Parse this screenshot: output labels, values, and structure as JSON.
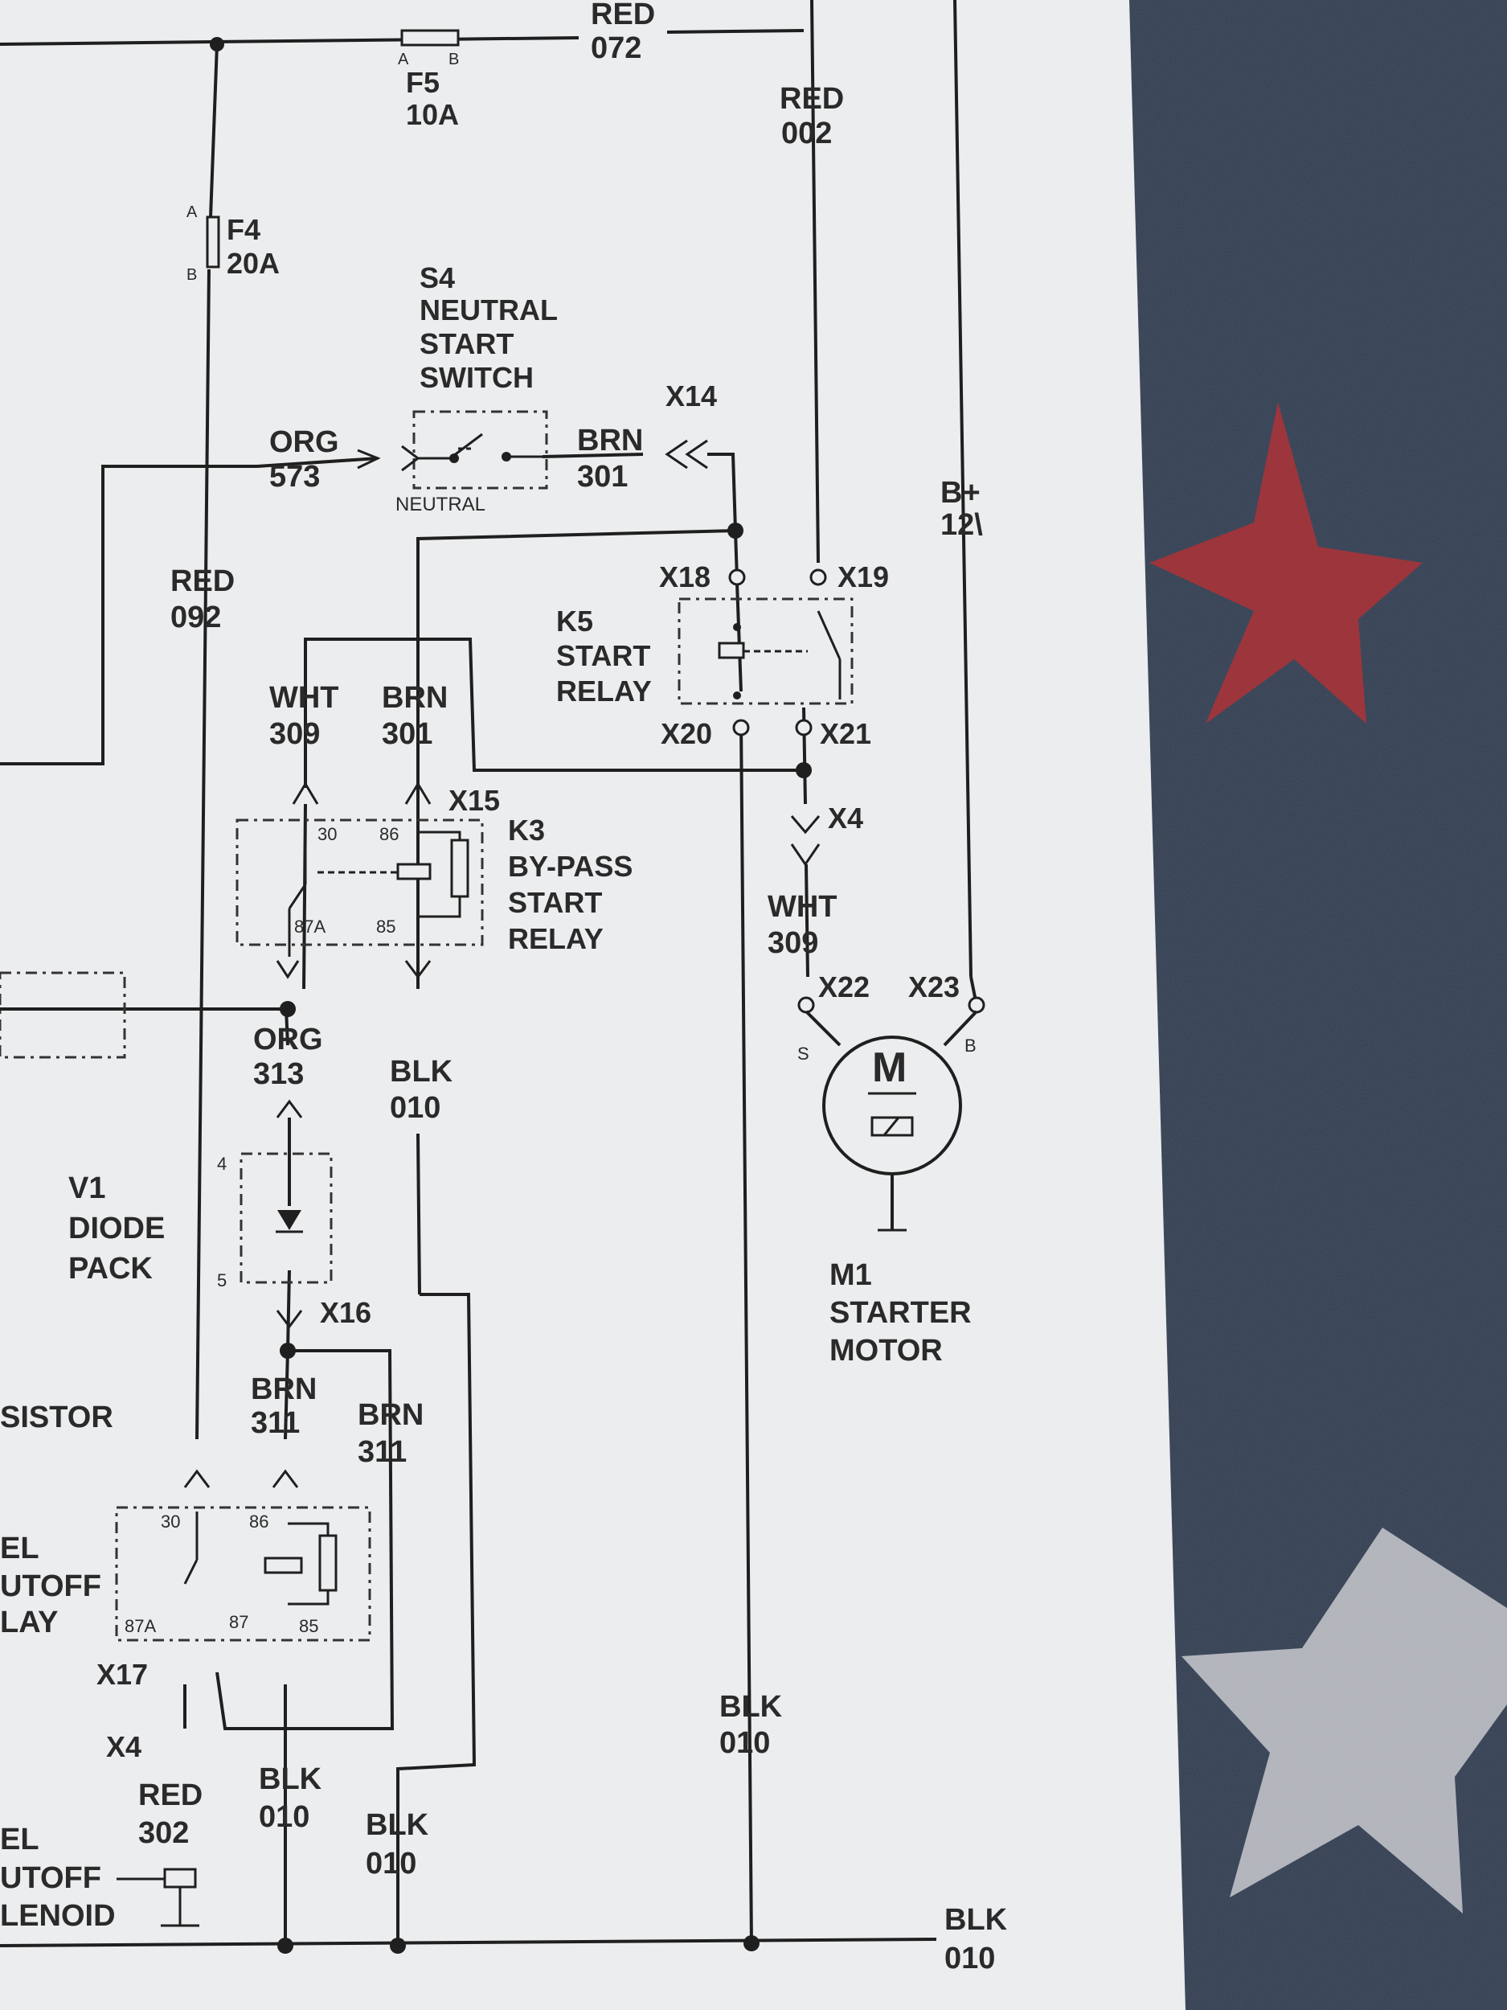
{
  "fuses": {
    "f5": {
      "id": "F5",
      "rating": "10A",
      "pin_a": "A",
      "pin_b": "B"
    },
    "f4": {
      "id": "F4",
      "rating": "20A",
      "pin_a": "A",
      "pin_b": "B"
    }
  },
  "wires": {
    "red_072": [
      "RED",
      "072"
    ],
    "red_002": [
      "RED",
      "002"
    ],
    "red_092": [
      "RED",
      "092"
    ],
    "org_573": [
      "ORG",
      "573"
    ],
    "brn_301_top": [
      "BRN",
      "301"
    ],
    "wht_309_left": [
      "WHT",
      "309"
    ],
    "brn_301_left": [
      "BRN",
      "301"
    ],
    "org_313": [
      "ORG",
      "313"
    ],
    "blk_010_k3": [
      "BLK",
      "010"
    ],
    "wht_309_right": [
      "WHT",
      "309"
    ],
    "brn_311_left": [
      "BRN",
      "311"
    ],
    "brn_311_right": [
      "BRN",
      "311"
    ],
    "red_302": [
      "RED",
      "302"
    ],
    "blk_010_a": [
      "BLK",
      "010"
    ],
    "blk_010_b": [
      "BLK",
      "010"
    ],
    "blk_010_c": [
      "BLK",
      "010"
    ],
    "blk_010_d": [
      "BLK",
      "010"
    ],
    "b_plus": [
      "B+",
      "12\\"
    ]
  },
  "components": {
    "s4": [
      "S4",
      "NEUTRAL",
      "START",
      "SWITCH"
    ],
    "s4_sub": "NEUTRAL",
    "k5": [
      "K5",
      "START",
      "RELAY"
    ],
    "k3": [
      "K3",
      "BY-PASS",
      "START",
      "RELAY"
    ],
    "v1": [
      "V1",
      "DIODE",
      "PACK"
    ],
    "m1": [
      "M1",
      "STARTER",
      "MOTOR"
    ],
    "m1_symbol": "M",
    "m1_pin_s": "S",
    "m1_pin_b": "B",
    "sistor": "SISTOR",
    "fuel_relay": [
      "EL",
      "UTOFF",
      "LAY"
    ],
    "fuel_solenoid": [
      "EL",
      "UTOFF",
      "LENOID"
    ]
  },
  "connectors": {
    "x14": "X14",
    "x15": "X15",
    "x16": "X16",
    "x17": "X17",
    "x18": "X18",
    "x19": "X19",
    "x20": "X20",
    "x21": "X21",
    "x22": "X22",
    "x23": "X23",
    "x4_right": "X4",
    "x4_left": "X4"
  },
  "relay_pins": {
    "k3": [
      "30",
      "86",
      "87A",
      "85"
    ],
    "k_fuel": [
      "30",
      "86",
      "87A",
      "87",
      "85"
    ],
    "v1": [
      "4",
      "5"
    ]
  }
}
